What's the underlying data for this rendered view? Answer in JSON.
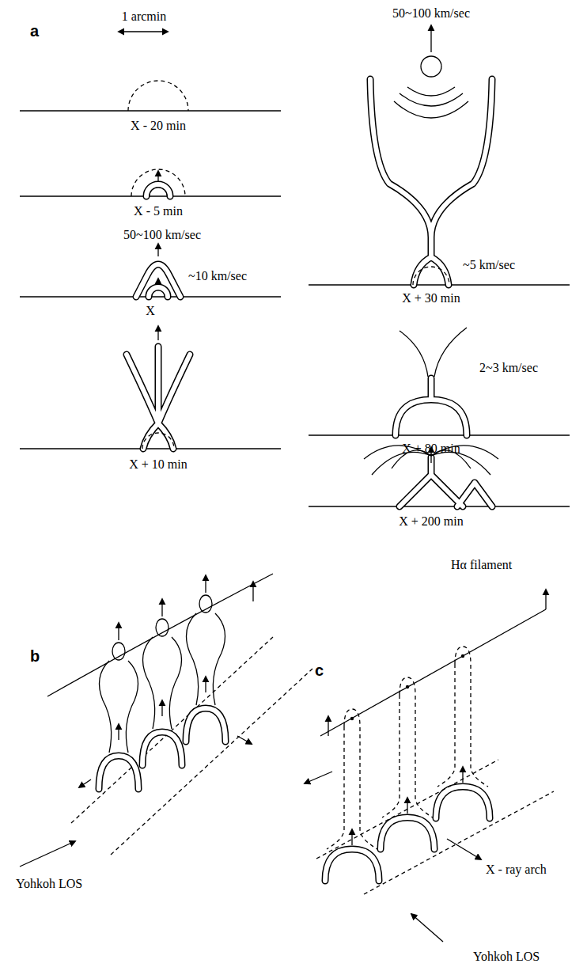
{
  "diagram": {
    "labels": [
      "a",
      "1 arcmin",
      "X - 20 min",
      "X - 5 min",
      "50~100 km/sec",
      "~10 km/sec",
      "X",
      "X + 10 min",
      "50~100 km/sec",
      "~5 km/sec",
      "X + 30 min",
      "2~3 km/sec",
      "X + 80 min",
      "X + 200 min",
      "b",
      "c",
      "Hα filament",
      "Yohkoh LOS",
      "X - ray arch",
      "Yohkoh LOS"
    ]
  }
}
